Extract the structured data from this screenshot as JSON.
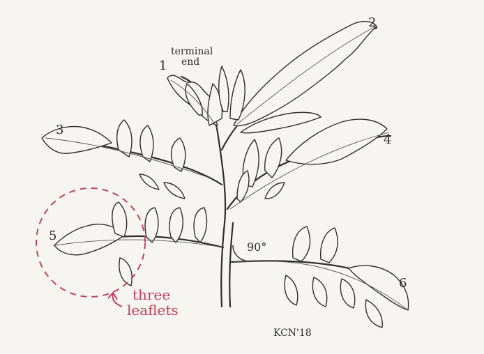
{
  "labels": {
    "terminal_end_line1": "terminal",
    "terminal_end_line2": "end",
    "n1": "1",
    "n2": "2",
    "n3": "3",
    "n4": "4",
    "n5": "5",
    "n6": "6",
    "angle": "90°",
    "three_line1": "three",
    "three_line2": "leaflets",
    "signature": "KCN'18"
  },
  "colors": {
    "ink": "#2e2e2e",
    "annotation": "#c2415d",
    "paper": "#f6f5f1"
  }
}
